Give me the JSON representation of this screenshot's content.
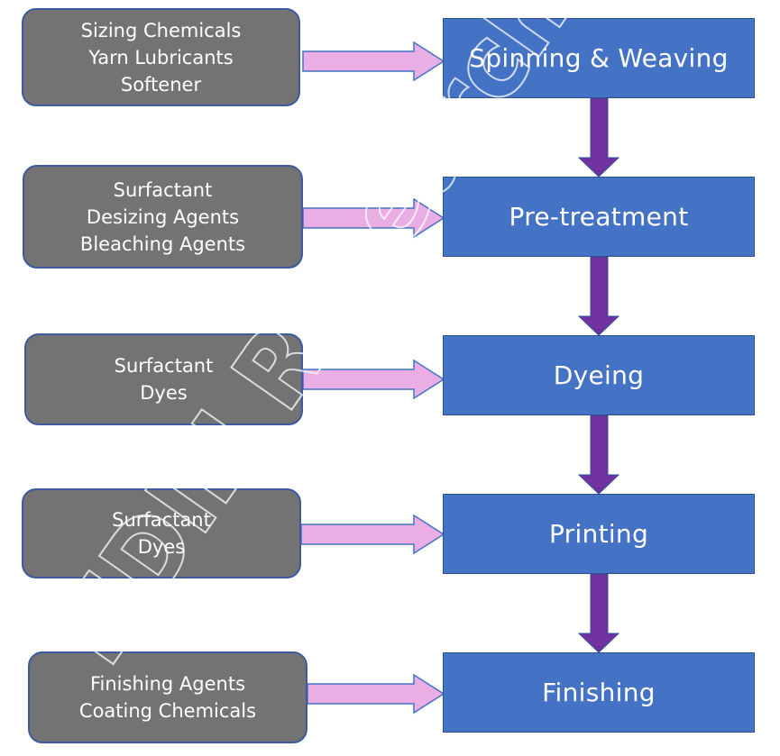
{
  "diagram": {
    "steps": [
      {
        "label": "Spinning & Weaving",
        "chemicals": [
          "Sizing Chemicals",
          "Yarn Lubricants",
          "Softener"
        ]
      },
      {
        "label": "Pre-treatment",
        "chemicals": [
          "Surfactant",
          "Desizing Agents",
          "Bleaching Agents"
        ]
      },
      {
        "label": "Dyeing",
        "chemicals": [
          "Surfactant",
          "Dyes"
        ]
      },
      {
        "label": "Printing",
        "chemicals": [
          "Surfactant",
          "Dyes"
        ]
      },
      {
        "label": "Finishing",
        "chemicals": [
          "Finishing Agents",
          "Coating Chemicals"
        ]
      }
    ],
    "watermark": "HDIN Research",
    "colors": {
      "chem_fill": "#737373",
      "chem_border": "#3d5a9e",
      "step_fill": "#4472c4",
      "step_border": "#2f528f",
      "input_arrow": "#eaaee5",
      "flow_arrow": "#7030a0"
    }
  }
}
